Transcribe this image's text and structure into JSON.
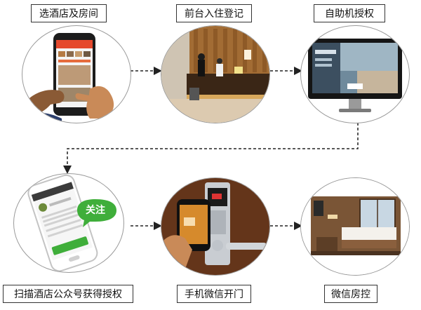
{
  "steps": [
    {
      "label": "选酒店及房间",
      "illustration": "phone-booking-icon"
    },
    {
      "label": "前台入住登记",
      "illustration": "front-desk-icon"
    },
    {
      "label": "自助机授权",
      "illustration": "monitor-icon"
    },
    {
      "label": "扫描酒店公众号获得授权",
      "illustration": "wechat-phone-icon"
    },
    {
      "label": "手机微信开门",
      "illustration": "door-lock-icon"
    },
    {
      "label": "微信房控",
      "illustration": "hotel-room-icon"
    }
  ],
  "bubble_text": "关注",
  "colors": {
    "accent": "#3fae3a",
    "arrow": "#222222",
    "border": "#333333"
  }
}
